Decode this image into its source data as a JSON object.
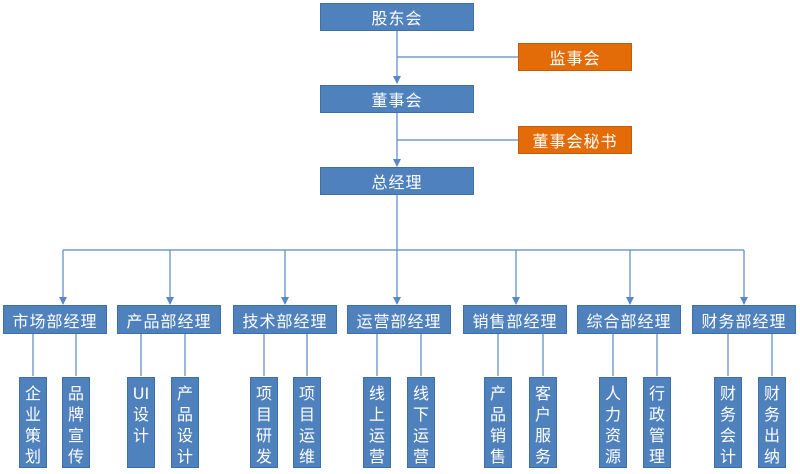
{
  "top_chain": {
    "shareholders": "股东会",
    "supervisors": "监事会",
    "board": "董事会",
    "board_secretary": "董事会秘书",
    "general_manager": "总经理"
  },
  "departments": [
    {
      "name": "市场部经理",
      "subunits": [
        "企业策划",
        "品牌宣传"
      ]
    },
    {
      "name": "产品部经理",
      "subunits": [
        "UI设计",
        "产品设计"
      ]
    },
    {
      "name": "技术部经理",
      "subunits": [
        "项目研发",
        "项目运维"
      ]
    },
    {
      "name": "运营部经理",
      "subunits": [
        "线上运营",
        "线下运营"
      ]
    },
    {
      "name": "销售部经理",
      "subunits": [
        "产品销售",
        "客户服务"
      ]
    },
    {
      "name": "综合部经理",
      "subunits": [
        "人力资源",
        "行政管理"
      ]
    },
    {
      "name": "财务部经理",
      "subunits": [
        "财务会计",
        "财务出纳"
      ]
    }
  ],
  "colors": {
    "box_blue": "#4f81bd",
    "box_orange": "#e36c09",
    "connector": "#5b87c5"
  }
}
